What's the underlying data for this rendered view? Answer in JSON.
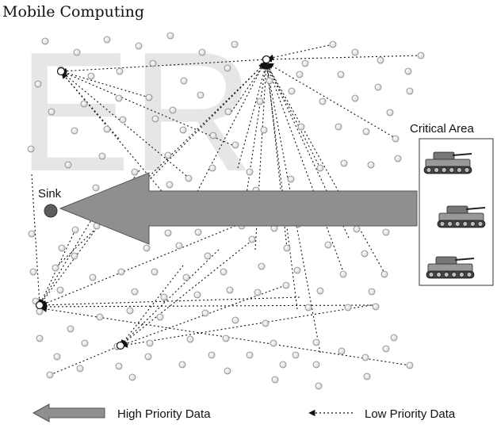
{
  "header": {
    "title": "Mobile Computing"
  },
  "watermark": {
    "text": "ER",
    "color": "#e8e8e8"
  },
  "diagram": {
    "sink_label": "Sink",
    "critical_area_label": "Critical Area",
    "tank_count": 3,
    "colors": {
      "arrow_fill": "#8f8f8f",
      "node_fill": "#f4f4f4",
      "sink_fill": "#5c5c5c",
      "line": "#111111"
    }
  },
  "legend": {
    "high_priority_label": "High Priority Data",
    "low_priority_label": "Low Priority Data"
  }
}
